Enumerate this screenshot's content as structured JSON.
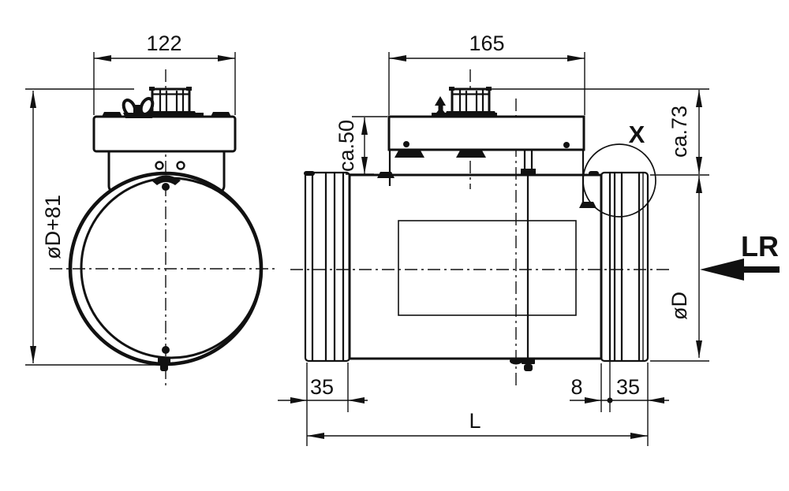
{
  "front_view": {
    "width_label": "122",
    "height_label": "øD+81"
  },
  "side_view": {
    "plate_width_label": "165",
    "actuator_height_label": "ca.50",
    "clearance_label": "ca.73",
    "diameter_label": "øD",
    "spigot_left_label": "35",
    "gap_label": "8",
    "spigot_right_label": "35",
    "length_label": "L",
    "detail_label": "X",
    "flow_label": "LR"
  },
  "colors": {
    "line": "#111111",
    "background": "#ffffff"
  }
}
